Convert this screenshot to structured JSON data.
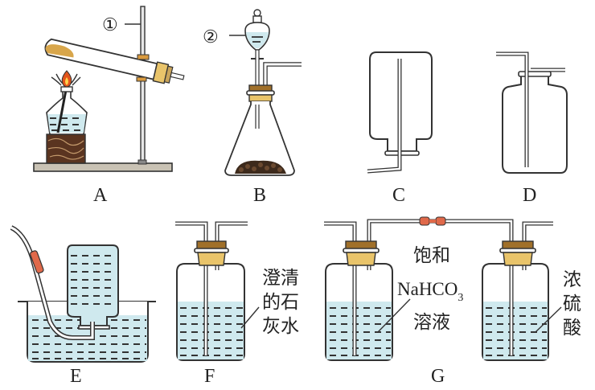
{
  "figure": {
    "title": "Gas preparation apparatus A–G",
    "apparatus_labels": [
      "A",
      "B",
      "C",
      "D",
      "E",
      "F",
      "G"
    ],
    "callouts": {
      "marker_1": "①",
      "marker_2": "②"
    },
    "F": {
      "reagent_line1": "澄清",
      "reagent_line2": "的石",
      "reagent_line3": "灰水"
    },
    "G": {
      "reagent1_line1": "饱和",
      "reagent1_formula_main": "NaHCO",
      "reagent1_formula_sub": "3",
      "reagent1_line3": "溶液",
      "reagent2_line1": "浓",
      "reagent2_line2": "硫",
      "reagent2_line3": "酸"
    },
    "colors": {
      "liquid": "#cfe9ee",
      "cork_top": "#a0702a",
      "cork_bottom": "#e9c46a",
      "rubber_tube": "#e0694a",
      "flame": "#e2541c",
      "wood": "#5a3420"
    }
  }
}
